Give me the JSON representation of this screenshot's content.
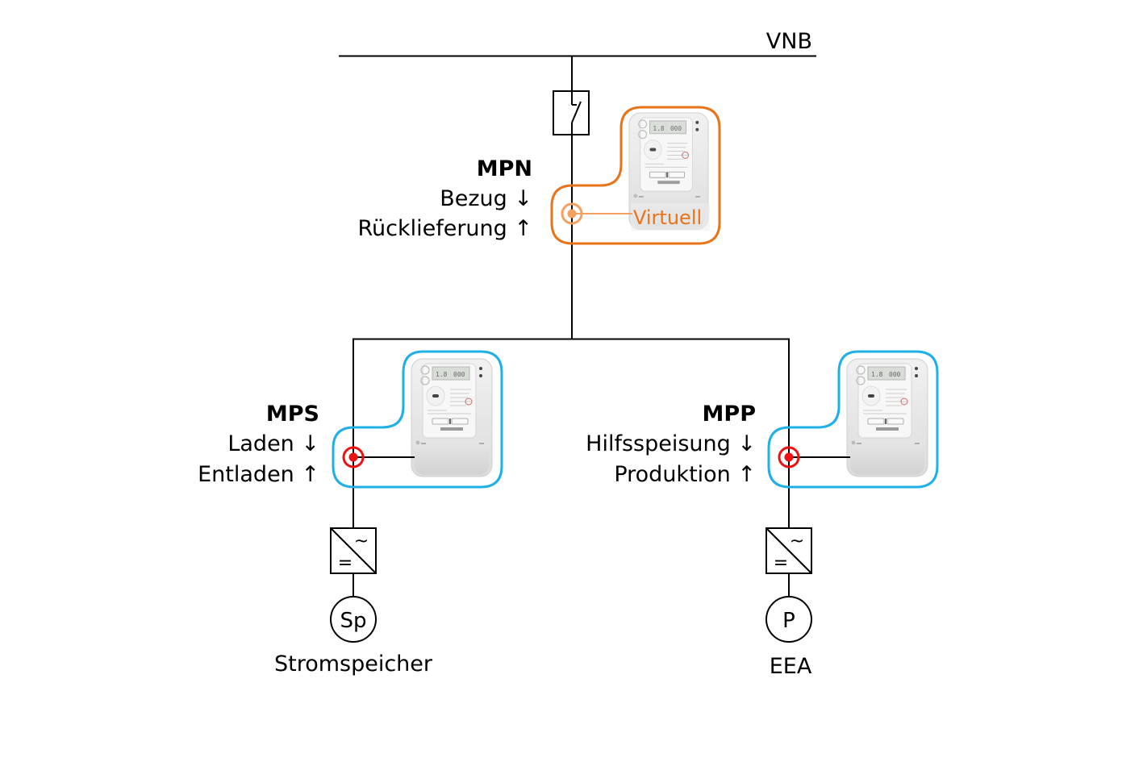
{
  "grid": {
    "label": "VNB"
  },
  "colors": {
    "wire": "#000000",
    "virtual_outline": "#e8741a",
    "virtual_point": "#f4a060",
    "meter_outline": "#1fb0e6",
    "measure_point": "#ee1111"
  },
  "mpn": {
    "title": "MPN",
    "line1": "Bezug ↓",
    "line2": "Rücklieferung ↑",
    "meter_tag": "Virtuell"
  },
  "mps": {
    "title": "MPS",
    "line1": "Laden ↓",
    "line2": "Entladen ↑"
  },
  "mpp": {
    "title": "MPP",
    "line1": "Hilfsspeisung ↓",
    "line2": "Produktion ↑"
  },
  "storage": {
    "inverter_ac": "~",
    "inverter_dc": "=",
    "symbol": "Sp",
    "label": "Stromspeicher"
  },
  "generation": {
    "inverter_ac": "~",
    "inverter_dc": "=",
    "symbol": "P",
    "label": "EEA"
  }
}
